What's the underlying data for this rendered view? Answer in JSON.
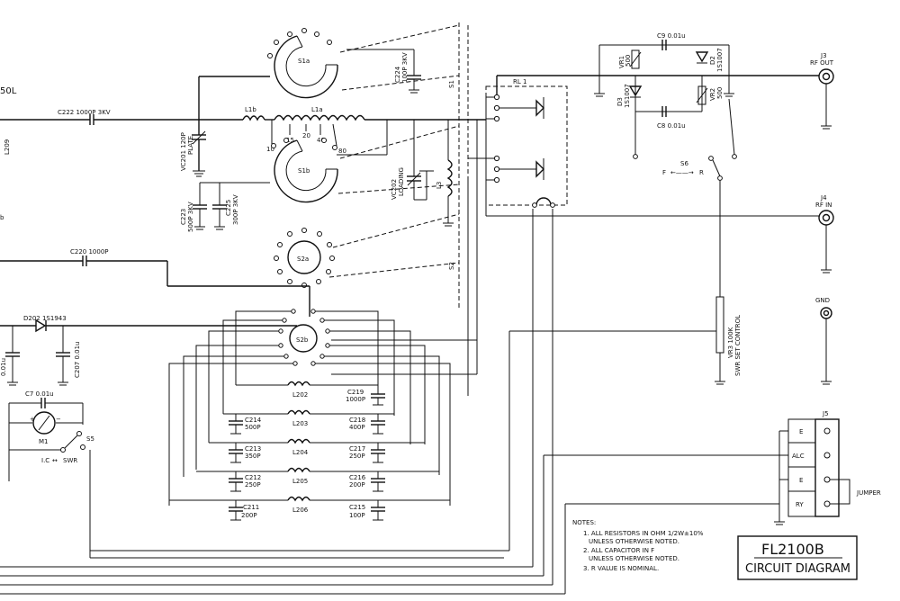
{
  "title_block": {
    "model": "FL2100B",
    "subtitle": "CIRCUIT DIAGRAM"
  },
  "notes": {
    "heading": "NOTES:",
    "items": [
      "1. ALL RESISTORS IN OHM 1/2W±10%",
      "UNLESS OTHERWISE NOTED.",
      "2. ALL CAPACITOR IN F",
      "UNLESS OTHERWISE NOTED.",
      "3. R VALUE IS NOMINAL."
    ]
  },
  "connectors": {
    "j3": {
      "ref": "J3",
      "name": "RF OUT"
    },
    "j4": {
      "ref": "J4",
      "name": "RF IN"
    },
    "gnd": {
      "name": "GND"
    },
    "j5": {
      "ref": "J5",
      "pins": [
        "E",
        "ALC",
        "E",
        "RY"
      ],
      "jumper": "JUMPER"
    }
  },
  "labels": {
    "edge_top": "50L",
    "c222": "C222 1000P 3KV",
    "l209": "L209",
    "vc201": "VC201 120P",
    "plate": "PLATE",
    "l1b": "L1b",
    "l1a": "L1a",
    "tap10": "10",
    "tap15": "15",
    "tap20": "20",
    "tap40": "40",
    "tap80": "80",
    "s1a": "S1a",
    "s1b": "S1b",
    "s1": "S1",
    "s2": "S2",
    "s2a": "S2a",
    "s2b": "S2b",
    "c224": "C224",
    "c224v": "100P 3KV",
    "c223": "C223",
    "c223v": "500P 3KV",
    "c225": "C225",
    "c225v": "300P 3KV",
    "vc202": "VC202",
    "vc202n": "LOADING",
    "l3": "L3",
    "rl1": "RL 1",
    "c220": "C220 1000P",
    "d202": "D202 1S1943",
    "edge_b": "b",
    "c208v": "0.01u",
    "c207": "C207 0.01u",
    "c7": "C7 0.01u",
    "m1": "M1",
    "s5": "S5",
    "ic": "I.C",
    "swr": "SWR",
    "l202": "L202",
    "l203": "L203",
    "l204": "L204",
    "l205": "L205",
    "l206": "L206",
    "c219": "C219",
    "c219v": "1000P",
    "c218": "C218",
    "c218v": "400P",
    "c217": "C217",
    "c217v": "250P",
    "c216": "C216",
    "c216v": "200P",
    "c215": "C215",
    "c215v": "100P",
    "c214": "C214",
    "c214v": "500P",
    "c213": "C213",
    "c213v": "350P",
    "c212": "C212",
    "c212v": "250P",
    "c211": "C211",
    "c211v": "200P",
    "c9": "C9 0.01u",
    "c8": "C8 0.01u",
    "vr1": "VR1",
    "vr1v": "500",
    "vr2": "VR2",
    "vr2v": "500",
    "d2": "D2",
    "d2v": "1S1007",
    "d3": "D3",
    "d3v": "1S1007",
    "s6": "S6",
    "s6f": "F",
    "s6r": "R",
    "vr3": "VR3 100K",
    "vr3n": "SWR SET CONTROL"
  }
}
